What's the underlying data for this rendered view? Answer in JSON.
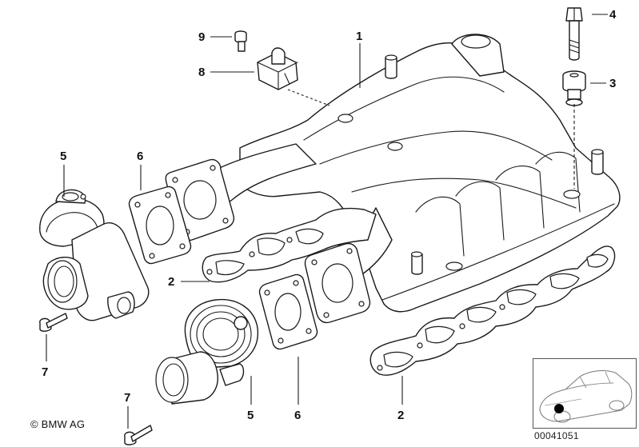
{
  "callouts": {
    "c1": "1",
    "c2_left": "2",
    "c2_bottom": "2",
    "c3": "3",
    "c4": "4",
    "c5_left": "5",
    "c5_bottom": "5",
    "c6_left": "6",
    "c6_bottom": "6",
    "c7_left": "7",
    "c7_bottom": "7",
    "c8": "8",
    "c9": "9"
  },
  "footer": {
    "copyright": "© BMW AG",
    "reference": "00041051"
  }
}
